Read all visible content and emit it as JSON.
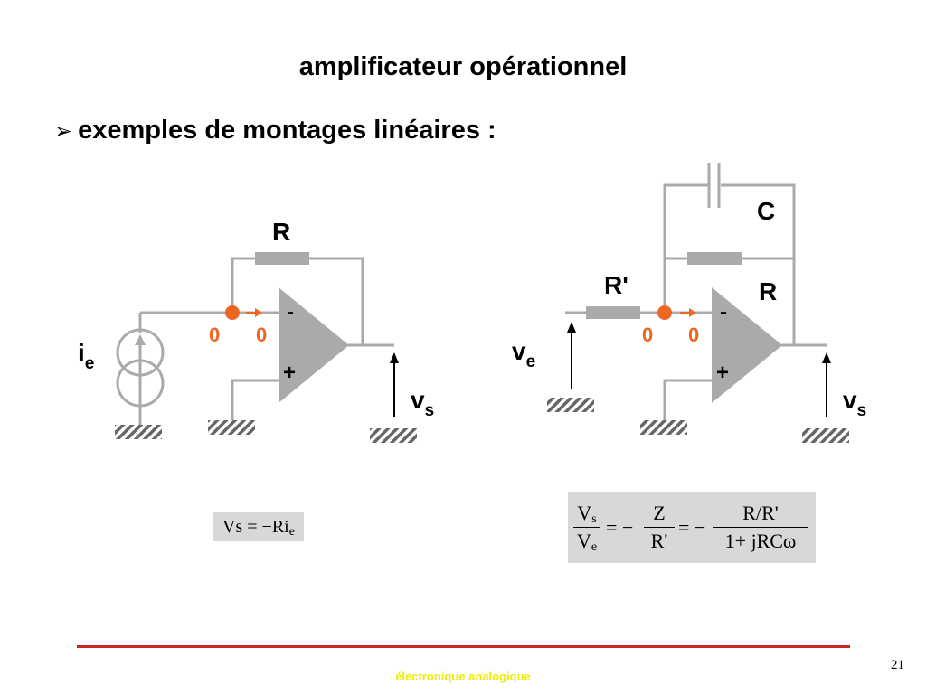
{
  "slide": {
    "title": "amplificateur opérationnel",
    "subtitle": "exemples de montages linéaires :",
    "bullet_icon": "arrow-bullet-icon",
    "page_number": "21",
    "footer": "électronique analogique"
  },
  "circuit_left": {
    "resistor": "R",
    "source_main": "i",
    "source_sub": "e",
    "node_voltage": "0",
    "node_current": "0",
    "minus": "-",
    "plus": "+",
    "out_main": "v",
    "out_sub": "s",
    "equation": {
      "lhs": "Vs = −Ri",
      "sub": "e"
    }
  },
  "circuit_right": {
    "capacitor": "C",
    "resistor_feedback": "R",
    "resistor_input": "R'",
    "in_main": "v",
    "in_sub": "e",
    "node_voltage": "0",
    "node_current": "0",
    "minus": "-",
    "plus": "+",
    "out_main": "v",
    "out_sub": "s",
    "equation": {
      "f1_num": "V",
      "f1_num_sub": "s",
      "f1_den": "V",
      "f1_den_sub": "e",
      "eq1": "= −",
      "f2_num": "Z",
      "f2_den": "R'",
      "eq2": "= −",
      "f3_num": "R/R'",
      "f3_den": "1+ jRCω"
    }
  },
  "colors": {
    "accent": "#ee6622",
    "wire": "#aaaaaa",
    "opamp": "#aaaaaa",
    "footer_line": "#cc2222",
    "footer_text": "#eeee00"
  }
}
